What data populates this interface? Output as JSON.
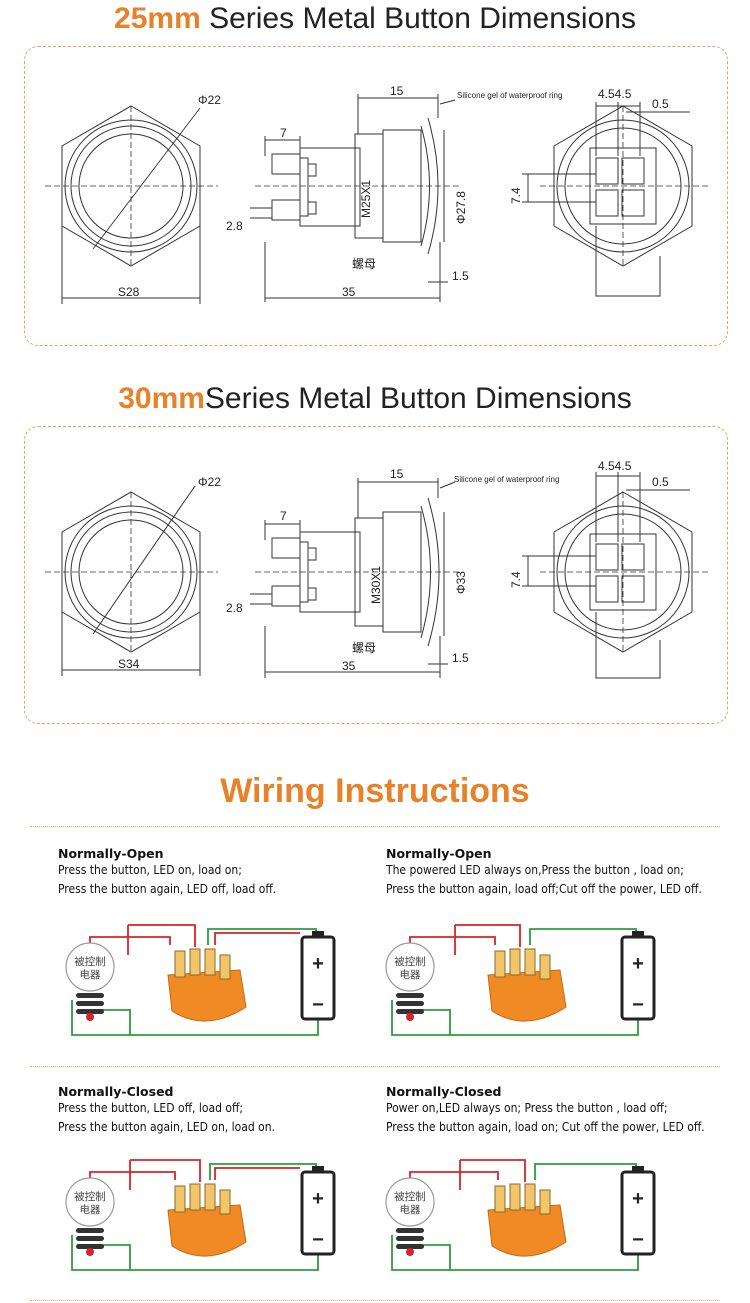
{
  "section25": {
    "size": "25mm",
    "rest": " Series Metal Button Dimensions",
    "phi22": "Φ22",
    "s": "S28",
    "d15": "15",
    "d7": "7",
    "d2_8": "2.8",
    "d35": "35",
    "d1_5": "1.5",
    "thread": "M25X1",
    "phi_outer": "Φ27.8",
    "ring_note": "Silicone gel of waterproof ring",
    "nut": "螺母",
    "d4545": "4.54.5",
    "d0_5": "0.5",
    "d7_4": "7.4"
  },
  "section30": {
    "size": "30mm",
    "rest": "Series Metal Button Dimensions",
    "phi22": "Φ22",
    "s": "S34",
    "d15": "15",
    "d7": "7",
    "d2_8": "2.8",
    "d35": "35",
    "d1_5": "1.5",
    "thread": "M30X1",
    "phi_outer": "Φ33",
    "ring_note": "Silicone gel of waterproof ring",
    "nut": "螺母",
    "d4545": "4.54.5",
    "d0_5": "0.5",
    "d7_4": "7.4"
  },
  "wiring": {
    "title": "Wiring Instructions",
    "lamp_label_1": "被控制",
    "lamp_label_2": "电器",
    "plus": "+",
    "minus": "−",
    "blocks": [
      {
        "head": "Normally-Open",
        "line1": "Press the button, LED on, load on;",
        "line2": "Press the button again, LED off, load off."
      },
      {
        "head": "Normally-Open",
        "line1": "The powered LED always on,Press the button , load on;",
        "line2": "Press the button again, load  off;Cut off the power, LED off."
      },
      {
        "head": "Normally-Closed",
        "line1": "Press the button, LED off, load off;",
        "line2": "Press the button again, LED on, load on."
      },
      {
        "head": "Normally-Closed",
        "line1": "Power on,LED always on; Press the button , load off;",
        "line2": "Press the button again,  load on; Cut off the power, LED off."
      }
    ]
  },
  "colors": {
    "accent": "#e8822a",
    "red_wire": "#d8232a",
    "green_wire": "#2c9d3c",
    "switch_orange": "#f08a24"
  }
}
